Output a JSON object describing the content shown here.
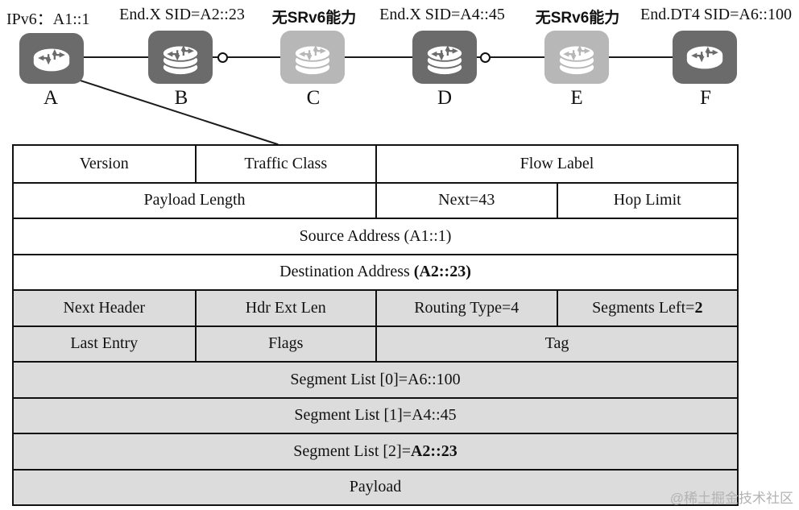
{
  "topology": {
    "annotations": [
      {
        "text": "IPv6：A1::1"
      },
      {
        "text": "End.X SID=A2::23"
      },
      {
        "text": "无SRv6能力"
      },
      {
        "text": "End.X SID=A4::45"
      },
      {
        "text": "无SRv6能力"
      },
      {
        "text": "End.DT4 SID=A6::100"
      }
    ],
    "routers": [
      {
        "label": "A",
        "srv6_capable": true
      },
      {
        "label": "B",
        "srv6_capable": true
      },
      {
        "label": "C",
        "srv6_capable": false
      },
      {
        "label": "D",
        "srv6_capable": true
      },
      {
        "label": "E",
        "srv6_capable": false
      },
      {
        "label": "F",
        "srv6_capable": true
      }
    ]
  },
  "packet": {
    "rows": [
      {
        "cells": [
          {
            "text": "Version"
          },
          {
            "text": "Traffic Class"
          },
          {
            "text": "Flow Label"
          }
        ]
      },
      {
        "cells": [
          {
            "text": "Payload Length"
          },
          {
            "text": "Next=43"
          },
          {
            "text": "Hop Limit"
          }
        ]
      },
      {
        "cells": [
          {
            "text": "Source Address (A1::1)"
          }
        ]
      },
      {
        "cells": [
          {
            "text": "Destination Address ",
            "bold": "(A2::23)"
          }
        ]
      },
      {
        "cells": [
          {
            "text": "Next Header"
          },
          {
            "text": "Hdr Ext Len"
          },
          {
            "text": "Routing Type=4"
          },
          {
            "text": "Segments Left=",
            "bold": "2"
          }
        ]
      },
      {
        "cells": [
          {
            "text": "Last Entry"
          },
          {
            "text": "Flags"
          },
          {
            "text": "Tag"
          }
        ]
      },
      {
        "cells": [
          {
            "text": "Segment List [0]=A6::100"
          }
        ]
      },
      {
        "cells": [
          {
            "text": "Segment List [1]=A4::45"
          }
        ]
      },
      {
        "cells": [
          {
            "text": "Segment List [2]=",
            "bold": "A2::23"
          }
        ]
      },
      {
        "cells": [
          {
            "text": "Payload"
          }
        ]
      }
    ]
  },
  "watermark": "@稀土掘金技术社区",
  "colors": {
    "router_srv6": "#6b6b6b",
    "router_no_srv6": "#b7b7b7",
    "table_shaded_row": "#dcdcdc",
    "line": "#1a1a1a",
    "watermark": "#b3b3b3"
  }
}
